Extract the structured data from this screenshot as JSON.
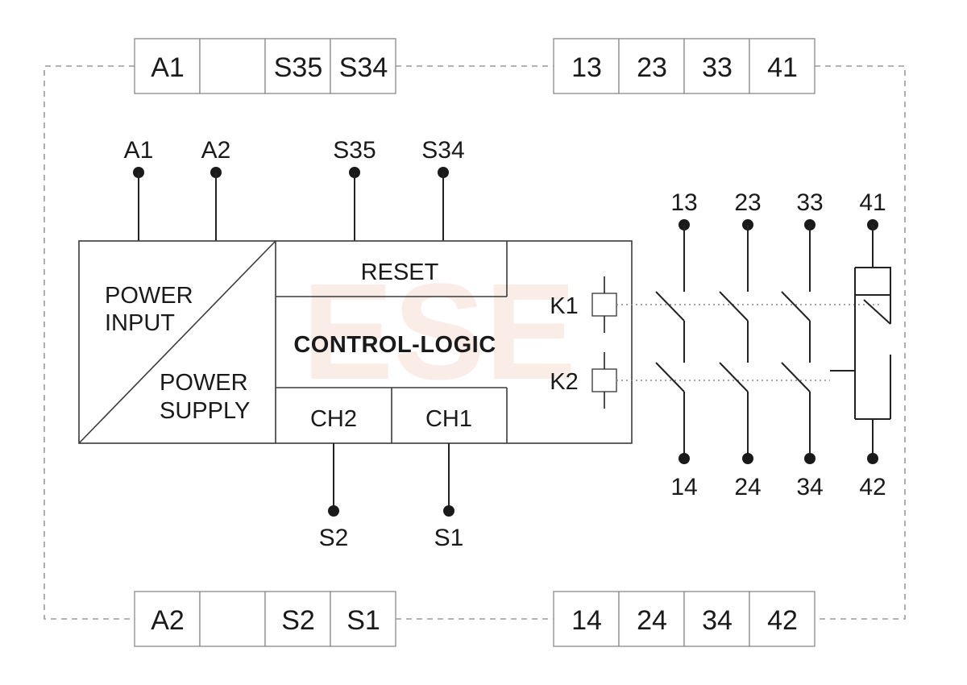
{
  "terminal_strips": {
    "top_left": [
      "A1",
      "",
      "S35",
      "S34"
    ],
    "top_right": [
      "13",
      "23",
      "33",
      "41"
    ],
    "bottom_left": [
      "A2",
      "",
      "S2",
      "S1"
    ],
    "bottom_right": [
      "14",
      "24",
      "34",
      "42"
    ]
  },
  "pins": {
    "top": [
      "A1",
      "A2",
      "S35",
      "S34"
    ],
    "bottom": [
      "S2",
      "S1"
    ],
    "contacts_top": [
      "13",
      "23",
      "33",
      "41"
    ],
    "contacts_bottom": [
      "14",
      "24",
      "34",
      "42"
    ]
  },
  "blocks": {
    "power_input": [
      "POWER",
      "INPUT"
    ],
    "power_supply": [
      "POWER",
      "SUPPLY"
    ],
    "reset": "RESET",
    "control_logic": "CONTROL-LOGIC",
    "ch2": "CH2",
    "ch1": "CH1"
  },
  "relays": [
    "K1",
    "K2"
  ],
  "watermark_color": "#f3c9b8"
}
